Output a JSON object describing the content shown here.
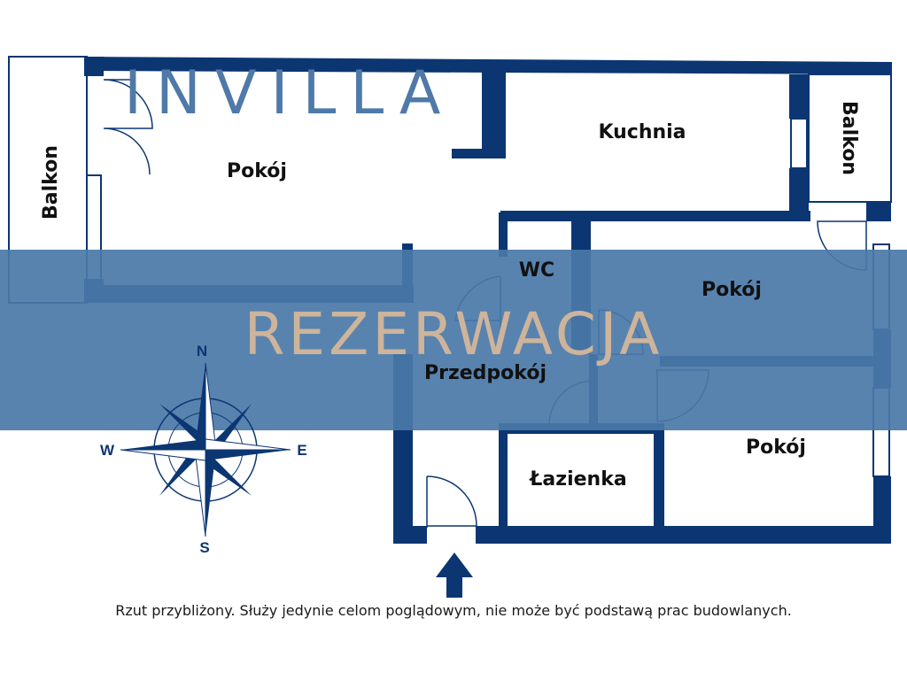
{
  "logo": {
    "text": "INVILLA"
  },
  "banner": {
    "text": "REZERWACJA",
    "color": "#4a78a8",
    "text_color": "#cdb49b"
  },
  "rooms": {
    "balkon_left": "Balkon",
    "pokoj_main": "Pokój",
    "kuchnia": "Kuchnia",
    "balkon_right": "Balkon",
    "wc": "WC",
    "pokoj_right_top": "Pokój",
    "przedpokoj": "Przedpokój",
    "lazienka": "Łazienka",
    "pokoj_right_bottom": "Pokój"
  },
  "compass": {
    "north": "N",
    "south": "S",
    "east": "E",
    "west": "W"
  },
  "disclaimer": "Rzut przybliżony. Służy jedynie celom poglądowym, nie może być podstawą prac budowlanych.",
  "colors": {
    "wall": "#0b3672",
    "logo_blue": "#4f79a8",
    "logo_gold": "#c9ab8b"
  }
}
